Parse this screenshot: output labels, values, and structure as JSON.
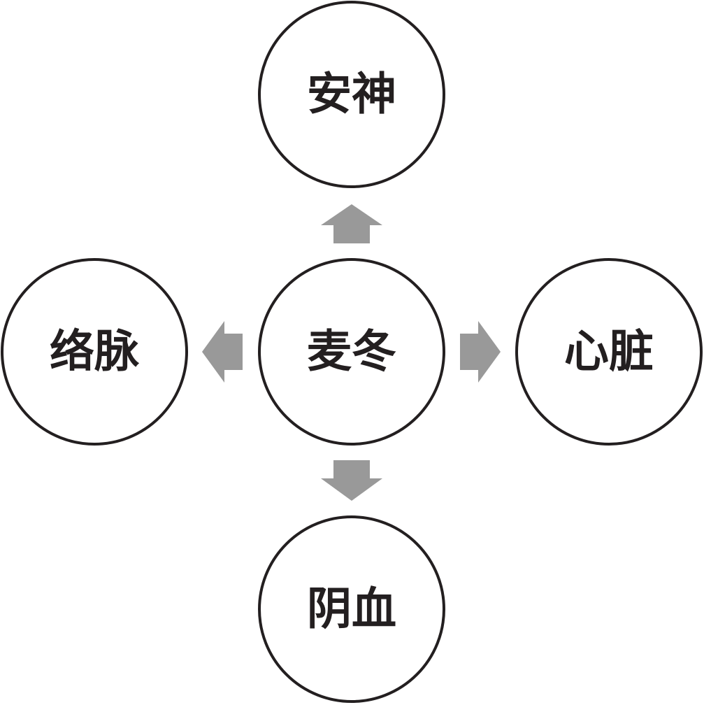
{
  "diagram": {
    "center": {
      "label": "麦冬"
    },
    "top": {
      "label": "安神"
    },
    "left": {
      "label": "络脉"
    },
    "right": {
      "label": "心脏"
    },
    "bottom": {
      "label": "阴血"
    }
  },
  "colors": {
    "circle_stroke": "#231f20",
    "text": "#231f20",
    "arrow": "#999999",
    "background": "#ffffff"
  }
}
